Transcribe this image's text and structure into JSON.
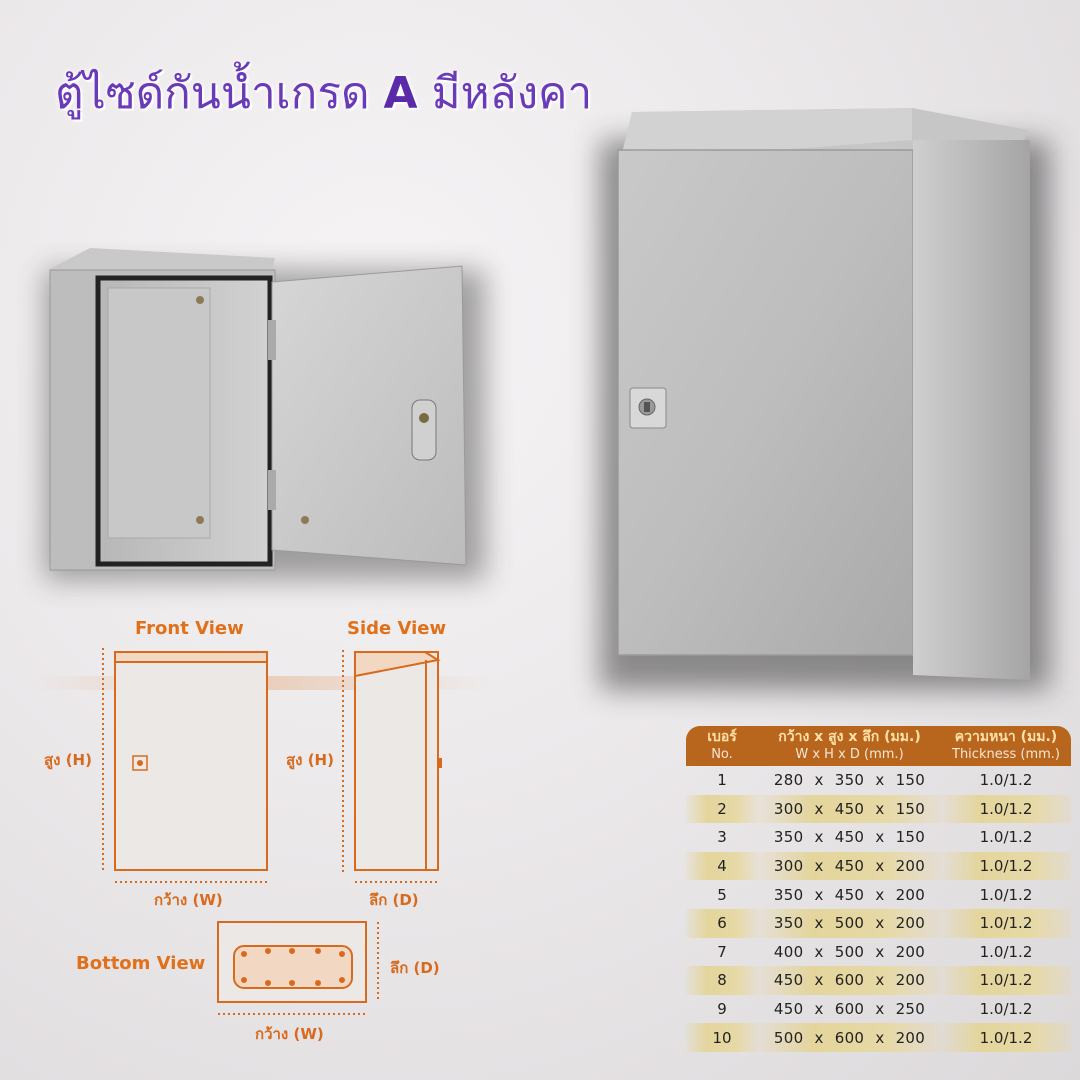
{
  "title": {
    "text": "ตู้ไซด์กันน้ำเกรด",
    "grade": "A",
    "suffix": "มีหลังคา"
  },
  "diagram": {
    "front_view": "Front View",
    "side_view": "Side View",
    "bottom_view": "Bottom View",
    "height_label": "สูง (H)",
    "width_label": "กว้าง (W)",
    "depth_label": "ลึก (D)"
  },
  "table": {
    "headers": {
      "no_th": "เบอร์",
      "no_en": "No.",
      "dims_th": "กว้าง x สูง x ลึก (มม.)",
      "dims_en": "W x H x D (mm.)",
      "thick_th": "ความหนา (มม.)",
      "thick_en": "Thickness (mm.)"
    },
    "rows": [
      {
        "no": "1",
        "dims": "280 x 350 x 150",
        "thickness": "1.0/1.2"
      },
      {
        "no": "2",
        "dims": "300 x 450 x 150",
        "thickness": "1.0/1.2"
      },
      {
        "no": "3",
        "dims": "350 x 450 x 150",
        "thickness": "1.0/1.2"
      },
      {
        "no": "4",
        "dims": "300 x 450 x 200",
        "thickness": "1.0/1.2"
      },
      {
        "no": "5",
        "dims": "350 x 450 x 200",
        "thickness": "1.0/1.2"
      },
      {
        "no": "6",
        "dims": "350 x 500 x 200",
        "thickness": "1.0/1.2"
      },
      {
        "no": "7",
        "dims": "400 x 500 x 200",
        "thickness": "1.0/1.2"
      },
      {
        "no": "8",
        "dims": "450 x 600 x 200",
        "thickness": "1.0/1.2"
      },
      {
        "no": "9",
        "dims": "450 x 600 x 250",
        "thickness": "1.0/1.2"
      },
      {
        "no": "10",
        "dims": "500 x 600 x 200",
        "thickness": "1.0/1.2"
      }
    ]
  },
  "colors": {
    "title": "#6a3bb8",
    "accent": "#e0701a",
    "table_header": "#b8651e",
    "row_stripe": "#e4d59c"
  }
}
